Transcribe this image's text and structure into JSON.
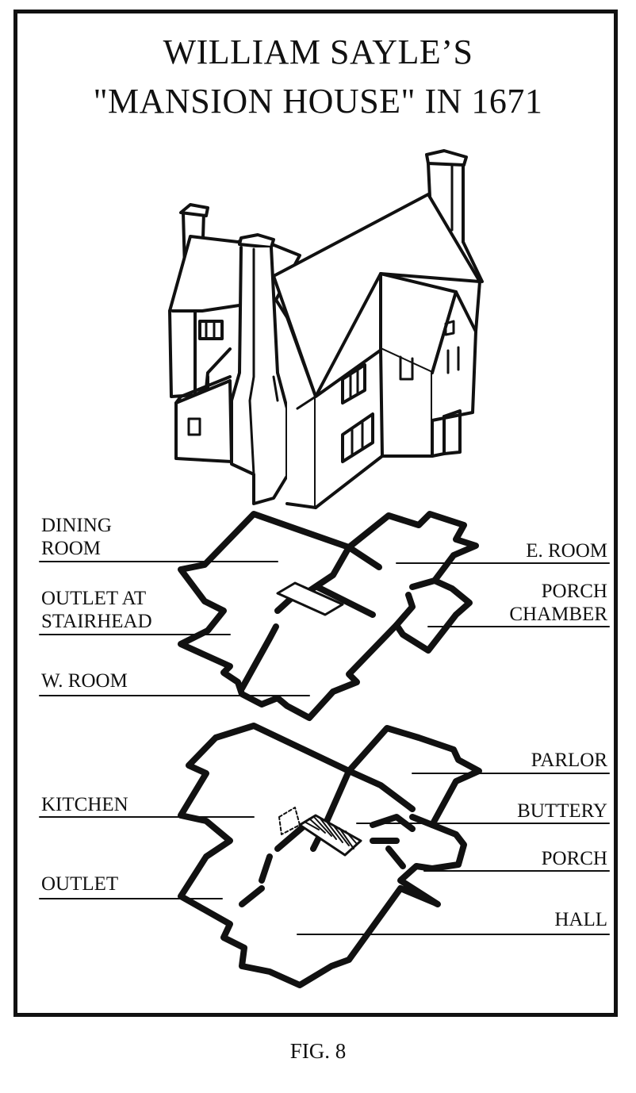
{
  "title": {
    "line1": "WILLIAM SAYLE’S",
    "line2": "\"MANSION HOUSE\" IN 1671"
  },
  "upper_floor_labels": {
    "dining_room": "DINING ROOM",
    "outlet_at_stairhead": "OUTLET AT STAIRHEAD",
    "w_room": "W. ROOM",
    "e_room": "E. ROOM",
    "porch_chamber": "PORCH CHAMBER"
  },
  "ground_floor_labels": {
    "kitchen": "KITCHEN",
    "outlet": "OUTLET",
    "parlor": "PARLOR",
    "buttery": "BUTTERY",
    "porch": "PORCH",
    "hall": "HALL"
  },
  "caption": "FIG. 8",
  "colors": {
    "ink": "#111111",
    "paper": "#ffffff"
  }
}
